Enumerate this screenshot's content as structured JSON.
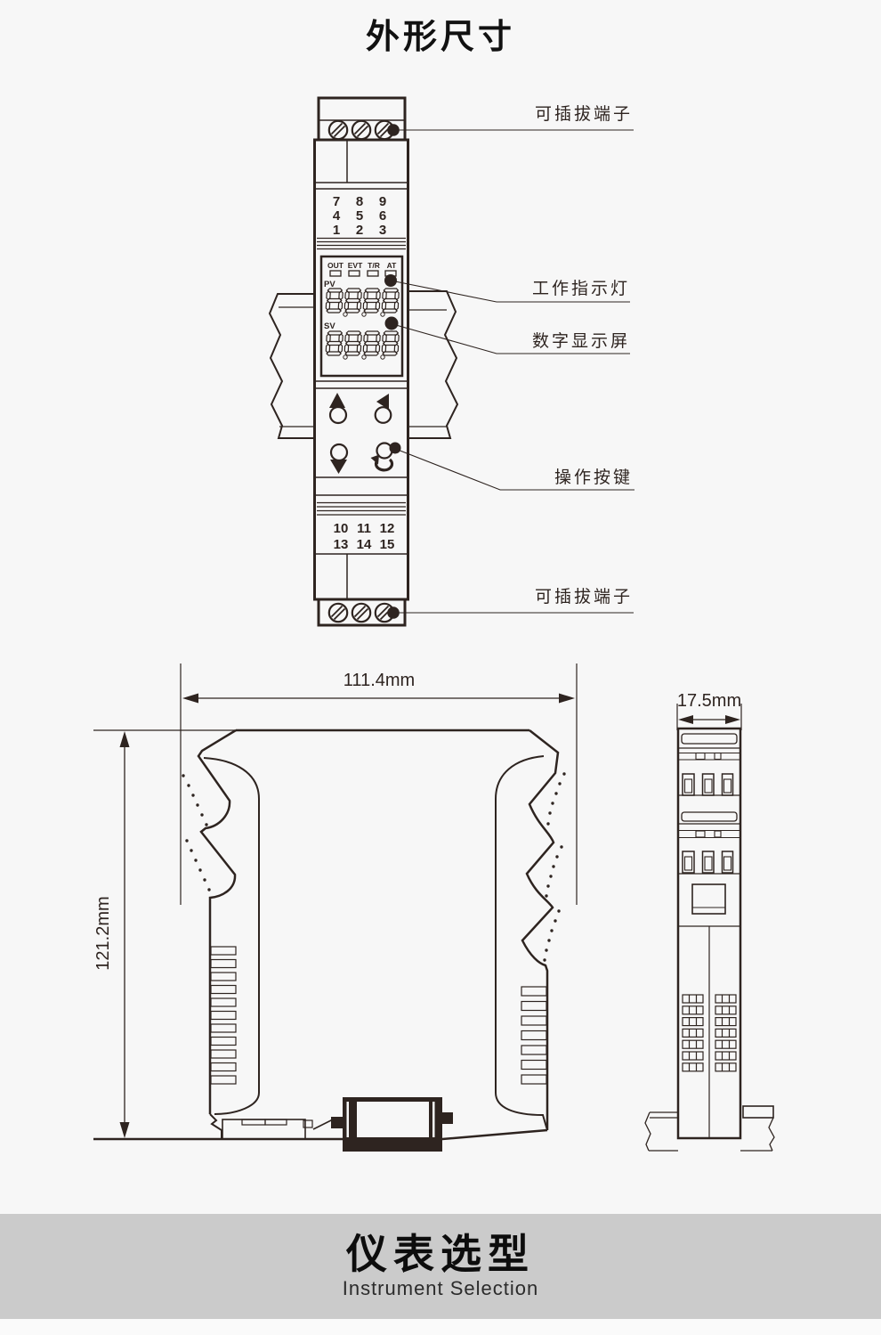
{
  "page": {
    "title": "外形尺寸",
    "banner": {
      "title": "仪表选型",
      "subtitle": "Instrument Selection"
    }
  },
  "colors": {
    "line": "#2e2420",
    "red_terminal": "#e60012",
    "page_bg": "#f7f7f7",
    "banner_bg": "#cbcbcb"
  },
  "front_view": {
    "callouts": {
      "top_terminal": "可插拔端子",
      "indicator_light": "工作指示灯",
      "digital_display": "数字显示屏",
      "operation_buttons": "操作按键",
      "bottom_terminal": "可插拔端子"
    },
    "terminals_top": {
      "rows": [
        [
          "7",
          "8",
          "9"
        ],
        [
          "4",
          "5",
          "6"
        ],
        [
          "1",
          "2",
          "3"
        ]
      ]
    },
    "terminals_bottom": {
      "rows": [
        [
          "10",
          "11",
          "12"
        ],
        [
          "13",
          "14",
          "15"
        ]
      ]
    },
    "display": {
      "status": [
        "OUT",
        "EVT",
        "T/R",
        "AT"
      ],
      "pv": "PV",
      "sv": "SV"
    }
  },
  "dimensions": {
    "width": "111.4mm",
    "height": "121.2mm",
    "depth": "17.5mm"
  }
}
